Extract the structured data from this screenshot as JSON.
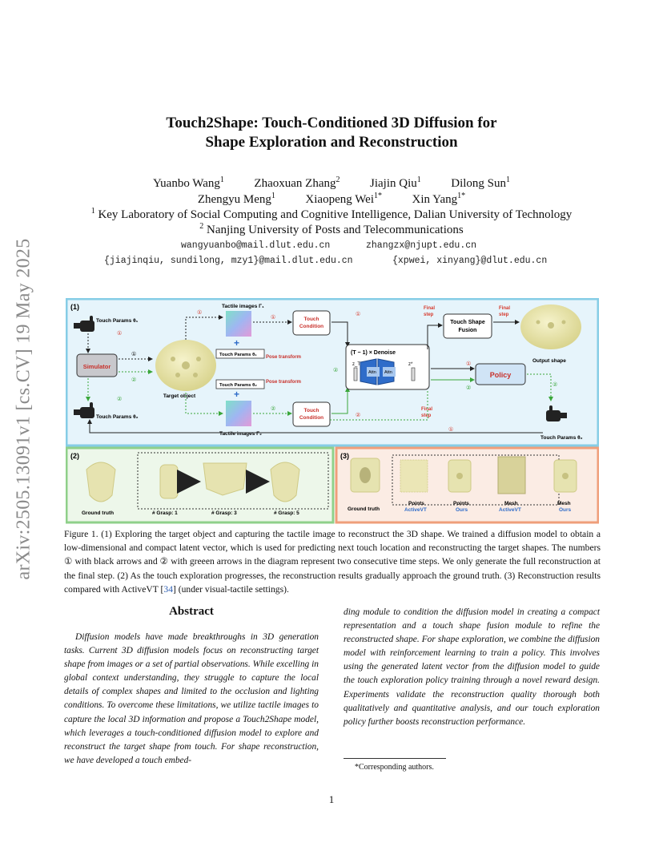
{
  "arxiv_stamp": "arXiv:2505.13091v1  [cs.CV]  19 May 2025",
  "title": {
    "line1": "Touch2Shape: Touch-Conditioned 3D Diffusion for",
    "line2": "Shape Exploration and Reconstruction"
  },
  "authors": {
    "row1": [
      {
        "name": "Yuanbo Wang",
        "sup": "1"
      },
      {
        "name": "Zhaoxuan Zhang",
        "sup": "2"
      },
      {
        "name": "Jiajin Qiu",
        "sup": "1"
      },
      {
        "name": "Dilong Sun",
        "sup": "1"
      }
    ],
    "row2": [
      {
        "name": "Zhengyu Meng",
        "sup": "1"
      },
      {
        "name": "Xiaopeng Wei",
        "sup": "1*"
      },
      {
        "name": "Xin Yang",
        "sup": "1*"
      }
    ]
  },
  "affiliations": [
    {
      "sup": "1",
      "text": "Key Laboratory of Social Computing and Cognitive Intelligence, Dalian University of Technology"
    },
    {
      "sup": "2",
      "text": "Nanjing University of Posts and Telecommunications"
    }
  ],
  "emails": {
    "row1": [
      "wangyuanbo@mail.dlut.edu.cn",
      "zhangzx@njupt.edu.cn"
    ],
    "row2": [
      "{jiajinqiu, sundilong, mzy1}@mail.dlut.edu.cn",
      "{xpwei, xinyang}@dlut.edu.cn"
    ]
  },
  "figure": {
    "panel1": {
      "tag": "(1)",
      "touch_params_1": "Touch Params θ₁",
      "touch_params_2": "Touch Params θ₂",
      "touch_params_out": "Touch Params θ₂",
      "simulator": "Simulator",
      "target_object": "Target object",
      "tactile_top": "Tactile images Γ₁",
      "tactile_bottom": "Tactile images Γ₂",
      "touch_params_box1": "Touch Params θ₁",
      "touch_params_box2": "Touch Params θ₂",
      "pose_transform": "Pose transform",
      "touch_condition": "Touch Condition",
      "denoise": "(T − 1) × Denoise",
      "z_t": "z_T",
      "z_star": "z*",
      "attn": "Attn",
      "final_step": "Final step",
      "fusion": "Touch Shape Fusion",
      "policy": "Policy",
      "output_shape": "Output shape",
      "mark1": "①",
      "mark2": "②"
    },
    "panel2": {
      "tag": "(2)",
      "labels": [
        "Ground   truth",
        "# Grasp: 1",
        "# Grasp: 3",
        "# Grasp: 5"
      ]
    },
    "panel3": {
      "tag": "(3)",
      "labels": [
        {
          "top": "Ground   truth",
          "bottom": ""
        },
        {
          "top": "Points",
          "bottom": "ActiveVT"
        },
        {
          "top": "Points",
          "bottom": "Ours"
        },
        {
          "top": "Mesh",
          "bottom": "ActiveVT"
        },
        {
          "top": "Mesh",
          "bottom": "Ours"
        }
      ]
    },
    "colors": {
      "panel1_border": "#86cde6",
      "panel1_fill": "#e6f4fb",
      "panel2_border": "#8fd08a",
      "panel2_fill": "#edf7ea",
      "panel3_border": "#ef9e7a",
      "panel3_fill": "#fbece4",
      "red_arrow": "#d63b2e",
      "green_arrow": "#3aa63a",
      "blue_box": "#2f6cc9",
      "policy_fill": "#d0e4f6",
      "shape": "#eae7b8"
    }
  },
  "caption": {
    "part1": "Figure 1.   (1) Exploring the target object and capturing the tactile image to reconstruct the 3D shape.  We trained a diffusion model to obtain a low-dimensional and compact latent vector, which is used for predicting next touch location and reconstructing the target shapes. The numbers ① with black arrows and ② with greeen arrows in the diagram represent two consecutive time steps. We only generate the full reconstruction at the final step. (2) As the touch exploration progresses, the reconstruction results gradually approach the ground truth. (3) Reconstruction results compared with ActiveVT [",
    "ref": "34",
    "part2": "] (under visual-tactile settings)."
  },
  "abstract": {
    "heading": "Abstract",
    "left_text": "Diffusion models have made breakthroughs in 3D generation tasks. Current 3D diffusion models focus on reconstructing target shape from images or a set of partial observations.  While excelling in global context understanding, they struggle to capture the local details of complex shapes and limited to the occlusion and lighting conditions.  To overcome these limitations, we utilize tactile images to capture the local 3D information and propose a Touch2Shape model, which leverages a touch-conditioned diffusion model to explore and reconstruct the target shape from touch. For shape reconstruction, we have developed a touch embed-",
    "right_text": "ding module to condition the diffusion model in creating a compact representation and a touch shape fusion module to refine the reconstructed shape. For shape exploration, we combine the diffusion model with reinforcement learning to train a policy. This involves using the generated latent vector from the diffusion model to guide the touch exploration policy training through a novel reward design. Experiments validate the reconstruction quality thorough both qualitatively and quantitative analysis, and our touch exploration policy further boosts reconstruction performance."
  },
  "footnote": "*Corresponding authors.",
  "page_number": "1"
}
